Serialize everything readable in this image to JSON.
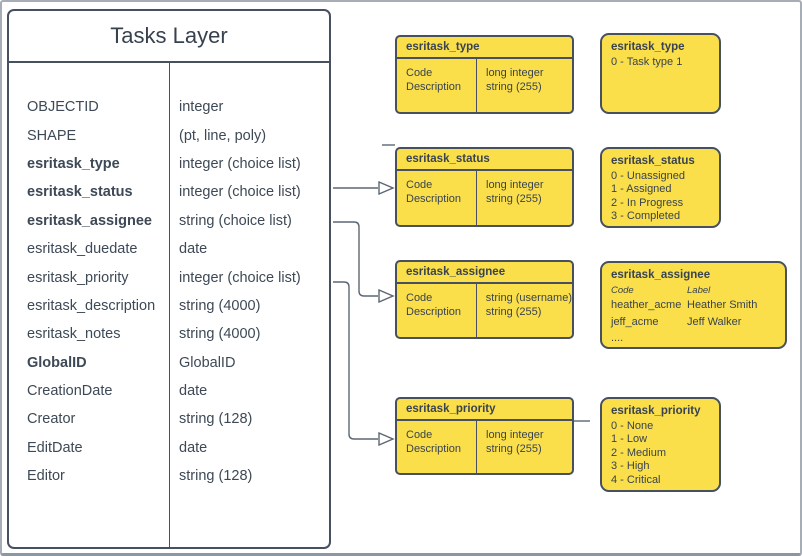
{
  "colors": {
    "box_fill": "#fadf4b",
    "box_border": "#46505e",
    "text": "#3d4956",
    "connector": "#5b6673"
  },
  "tasks_table": {
    "title": "Tasks Layer",
    "fields": [
      {
        "name": "OBJECTID",
        "type": "integer",
        "bold": false
      },
      {
        "name": "SHAPE",
        "type": "(pt, line, poly)",
        "bold": false
      },
      {
        "name": "esritask_type",
        "type": "integer (choice list)",
        "bold": true
      },
      {
        "name": "esritask_status",
        "type": "integer (choice list)",
        "bold": true
      },
      {
        "name": "esritask_assignee",
        "type": "string (choice list)",
        "bold": true
      },
      {
        "name": "esritask_duedate",
        "type": "date",
        "bold": false
      },
      {
        "name": "esritask_priority",
        "type": "integer (choice list)",
        "bold": false
      },
      {
        "name": "esritask_description",
        "type": "string (4000)",
        "bold": false
      },
      {
        "name": "esritask_notes",
        "type": "string (4000)",
        "bold": false
      },
      {
        "name": "GlobalID",
        "type": "GlobalID",
        "bold": true
      },
      {
        "name": "CreationDate",
        "type": "date",
        "bold": false
      },
      {
        "name": "Creator",
        "type": "string (128)",
        "bold": false
      },
      {
        "name": "EditDate",
        "type": "date",
        "bold": false
      },
      {
        "name": "Editor",
        "type": "string (128)",
        "bold": false
      }
    ]
  },
  "domain_boxes": [
    {
      "title": "esritask_type",
      "rows": [
        {
          "field": "Code",
          "type": "long integer"
        },
        {
          "field": "Description",
          "type": "string (255)"
        }
      ]
    },
    {
      "title": "esritask_status",
      "rows": [
        {
          "field": "Code",
          "type": "long integer"
        },
        {
          "field": "Description",
          "type": "string (255)"
        }
      ]
    },
    {
      "title": "esritask_assignee",
      "rows": [
        {
          "field": "Code",
          "type": "string  (username)"
        },
        {
          "field": "Description",
          "type": "string (255)"
        }
      ]
    },
    {
      "title": "esritask_priority",
      "rows": [
        {
          "field": "Code",
          "type": "long integer"
        },
        {
          "field": "Description",
          "type": "string (255)"
        }
      ]
    }
  ],
  "value_boxes": [
    {
      "title": "esritask_type",
      "lines": [
        "0 - Task type 1"
      ]
    },
    {
      "title": "esritask_status",
      "lines": [
        "0 - Unassigned",
        "1 - Assigned",
        "2 - In Progress",
        "3 - Completed"
      ]
    },
    {
      "title": "esritask_assignee",
      "col_headers": {
        "code": "Code",
        "label": "Label"
      },
      "pairs": [
        {
          "code": "heather_acme",
          "label": "Heather Smith"
        },
        {
          "code": "jeff_acme",
          "label": "Jeff Walker"
        }
      ],
      "more": "...."
    },
    {
      "title": "esritask_priority",
      "lines": [
        "0 - None",
        "1 - Low",
        "2 - Medium",
        "3 - High",
        "4 - Critical"
      ]
    }
  ]
}
